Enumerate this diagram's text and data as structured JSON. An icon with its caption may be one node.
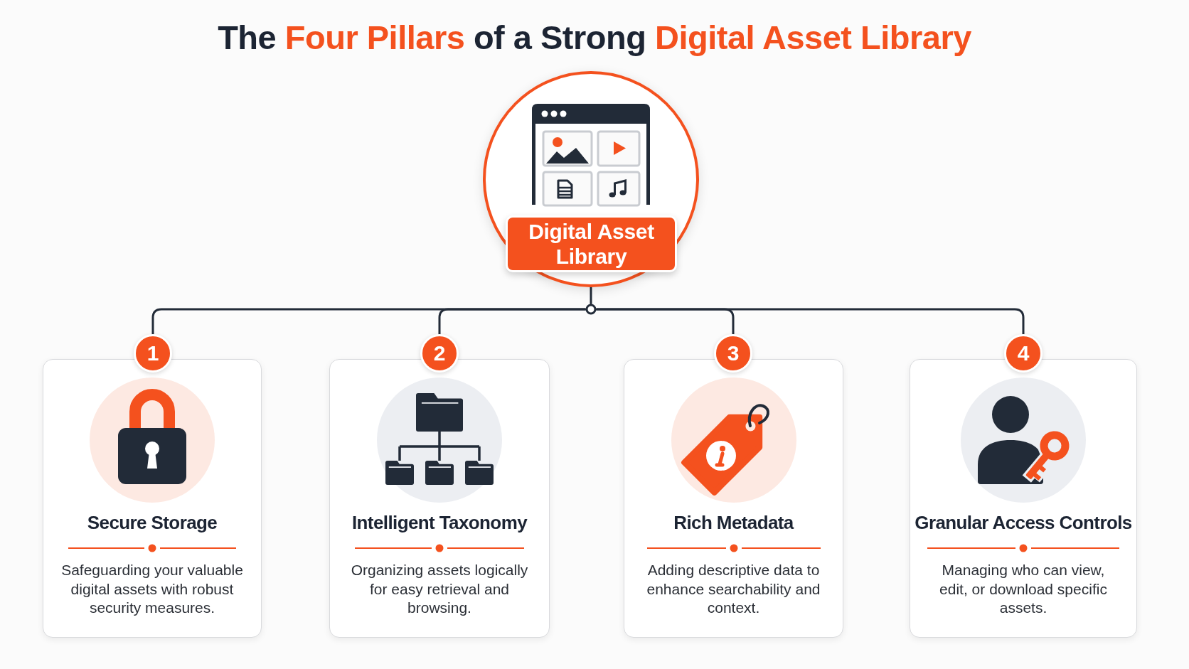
{
  "diagram": {
    "title": "The **Four Pillars** of a Strong **Digital Asset Library**",
    "nodes": [
      {
        "text": [
          "Digital Asset Library"
        ]
      },
      {
        "text": [],
        "shape": "circle"
      },
      {
        "text": [
          "1"
        ]
      },
      {
        "text": [
          "Secure Storage",
          "Safeguarding your valuable digital assets with robust security measures."
        ]
      },
      {
        "text": [
          "2"
        ]
      },
      {
        "text": [
          "Intelligent Taxonomy",
          "Organizing assets logically for easy retrieval and browsing."
        ]
      },
      {
        "text": [
          "3"
        ]
      },
      {
        "text": [
          "Rich Metadata",
          "Adding descriptive data to enhance searchability and context."
        ]
      },
      {
        "text": [
          "4"
        ]
      },
      {
        "text": [
          "Granular Access Controls",
          "Managing who can view, edit, or download specific assets."
        ]
      }
    ],
    "edges": [
      {
        "from": 0,
        "to": 1,
        "arrow": "none"
      },
      {
        "from": 1,
        "to": 2,
        "arrow": "none"
      },
      {
        "from": 1,
        "to": 4,
        "arrow": "none"
      },
      {
        "from": 1,
        "to": 6,
        "arrow": "none"
      },
      {
        "from": 1,
        "to": 8,
        "arrow": "none"
      }
    ]
  }
}
